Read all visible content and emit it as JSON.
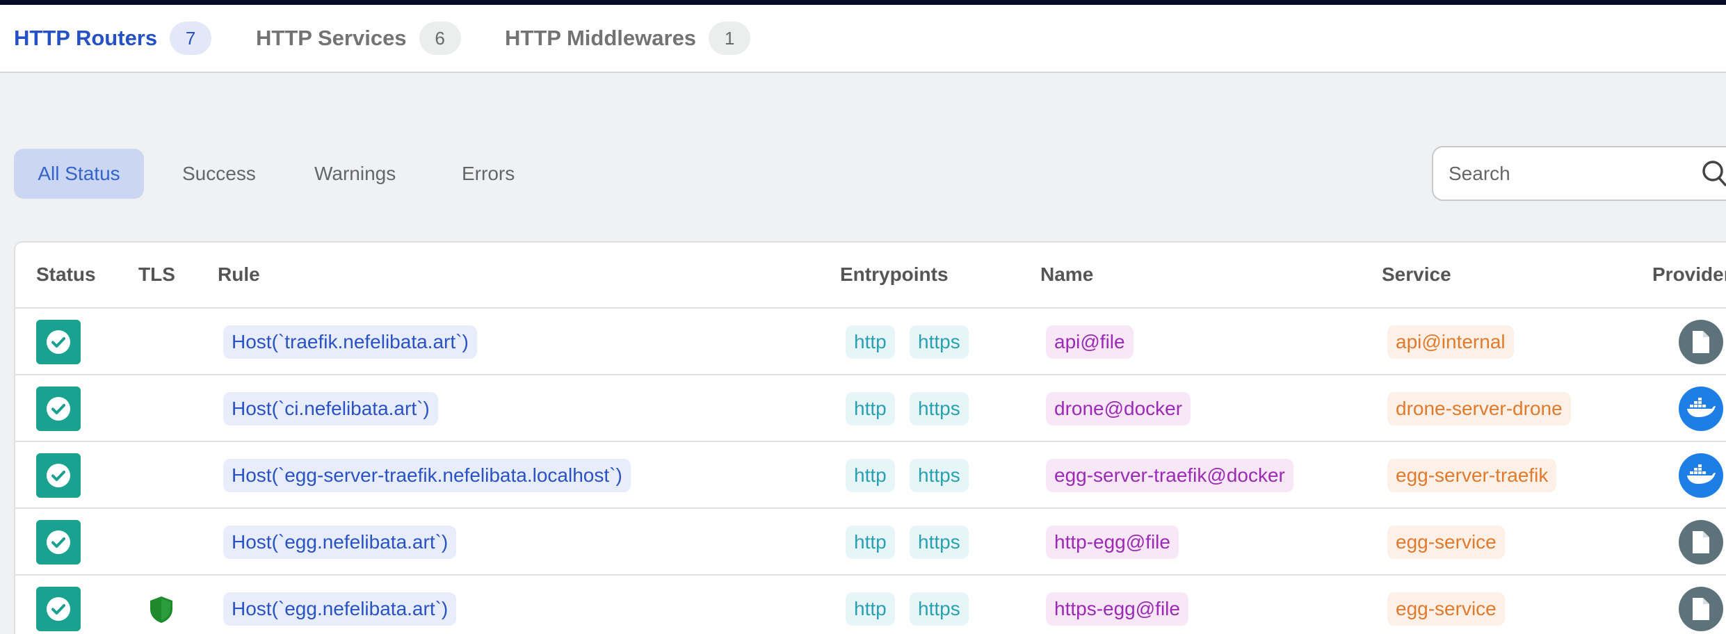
{
  "tabs": [
    {
      "label": "HTTP Routers",
      "count": "7"
    },
    {
      "label": "HTTP Services",
      "count": "6"
    },
    {
      "label": "HTTP Middlewares",
      "count": "1"
    }
  ],
  "filters": [
    "All Status",
    "Success",
    "Warnings",
    "Errors"
  ],
  "search": {
    "placeholder": "Search"
  },
  "table": {
    "headers": [
      "Status",
      "TLS",
      "Rule",
      "Entrypoints",
      "Name",
      "Service",
      "Provider"
    ],
    "rows": [
      {
        "status": "success",
        "tls": false,
        "rule": "Host(`traefik.nefelibata.art`)",
        "entrypoints": [
          "http",
          "https"
        ],
        "name": "api@file",
        "service": "api@internal",
        "provider": "file-icon"
      },
      {
        "status": "success",
        "tls": false,
        "rule": "Host(`ci.nefelibata.art`)",
        "entrypoints": [
          "http",
          "https"
        ],
        "name": "drone@docker",
        "service": "drone-server-drone",
        "provider": "docker-icon"
      },
      {
        "status": "success",
        "tls": false,
        "rule": "Host(`egg-server-traefik.nefelibata.localhost`)",
        "entrypoints": [
          "http",
          "https"
        ],
        "name": "egg-server-traefik@docker",
        "service": "egg-server-traefik",
        "provider": "docker-icon"
      },
      {
        "status": "success",
        "tls": false,
        "rule": "Host(`egg.nefelibata.art`)",
        "entrypoints": [
          "http",
          "https"
        ],
        "name": "http-egg@file",
        "service": "egg-service",
        "provider": "file-icon"
      },
      {
        "status": "success",
        "tls": true,
        "rule": "Host(`egg.nefelibata.art`)",
        "entrypoints": [
          "http",
          "https"
        ],
        "name": "https-egg@file",
        "service": "egg-service",
        "provider": "file-icon"
      }
    ]
  },
  "colors": {
    "accent": "#2551c4",
    "status_success": "#1aa191",
    "tls_shield": "#1e8a2c",
    "topbar": "#070d26"
  }
}
